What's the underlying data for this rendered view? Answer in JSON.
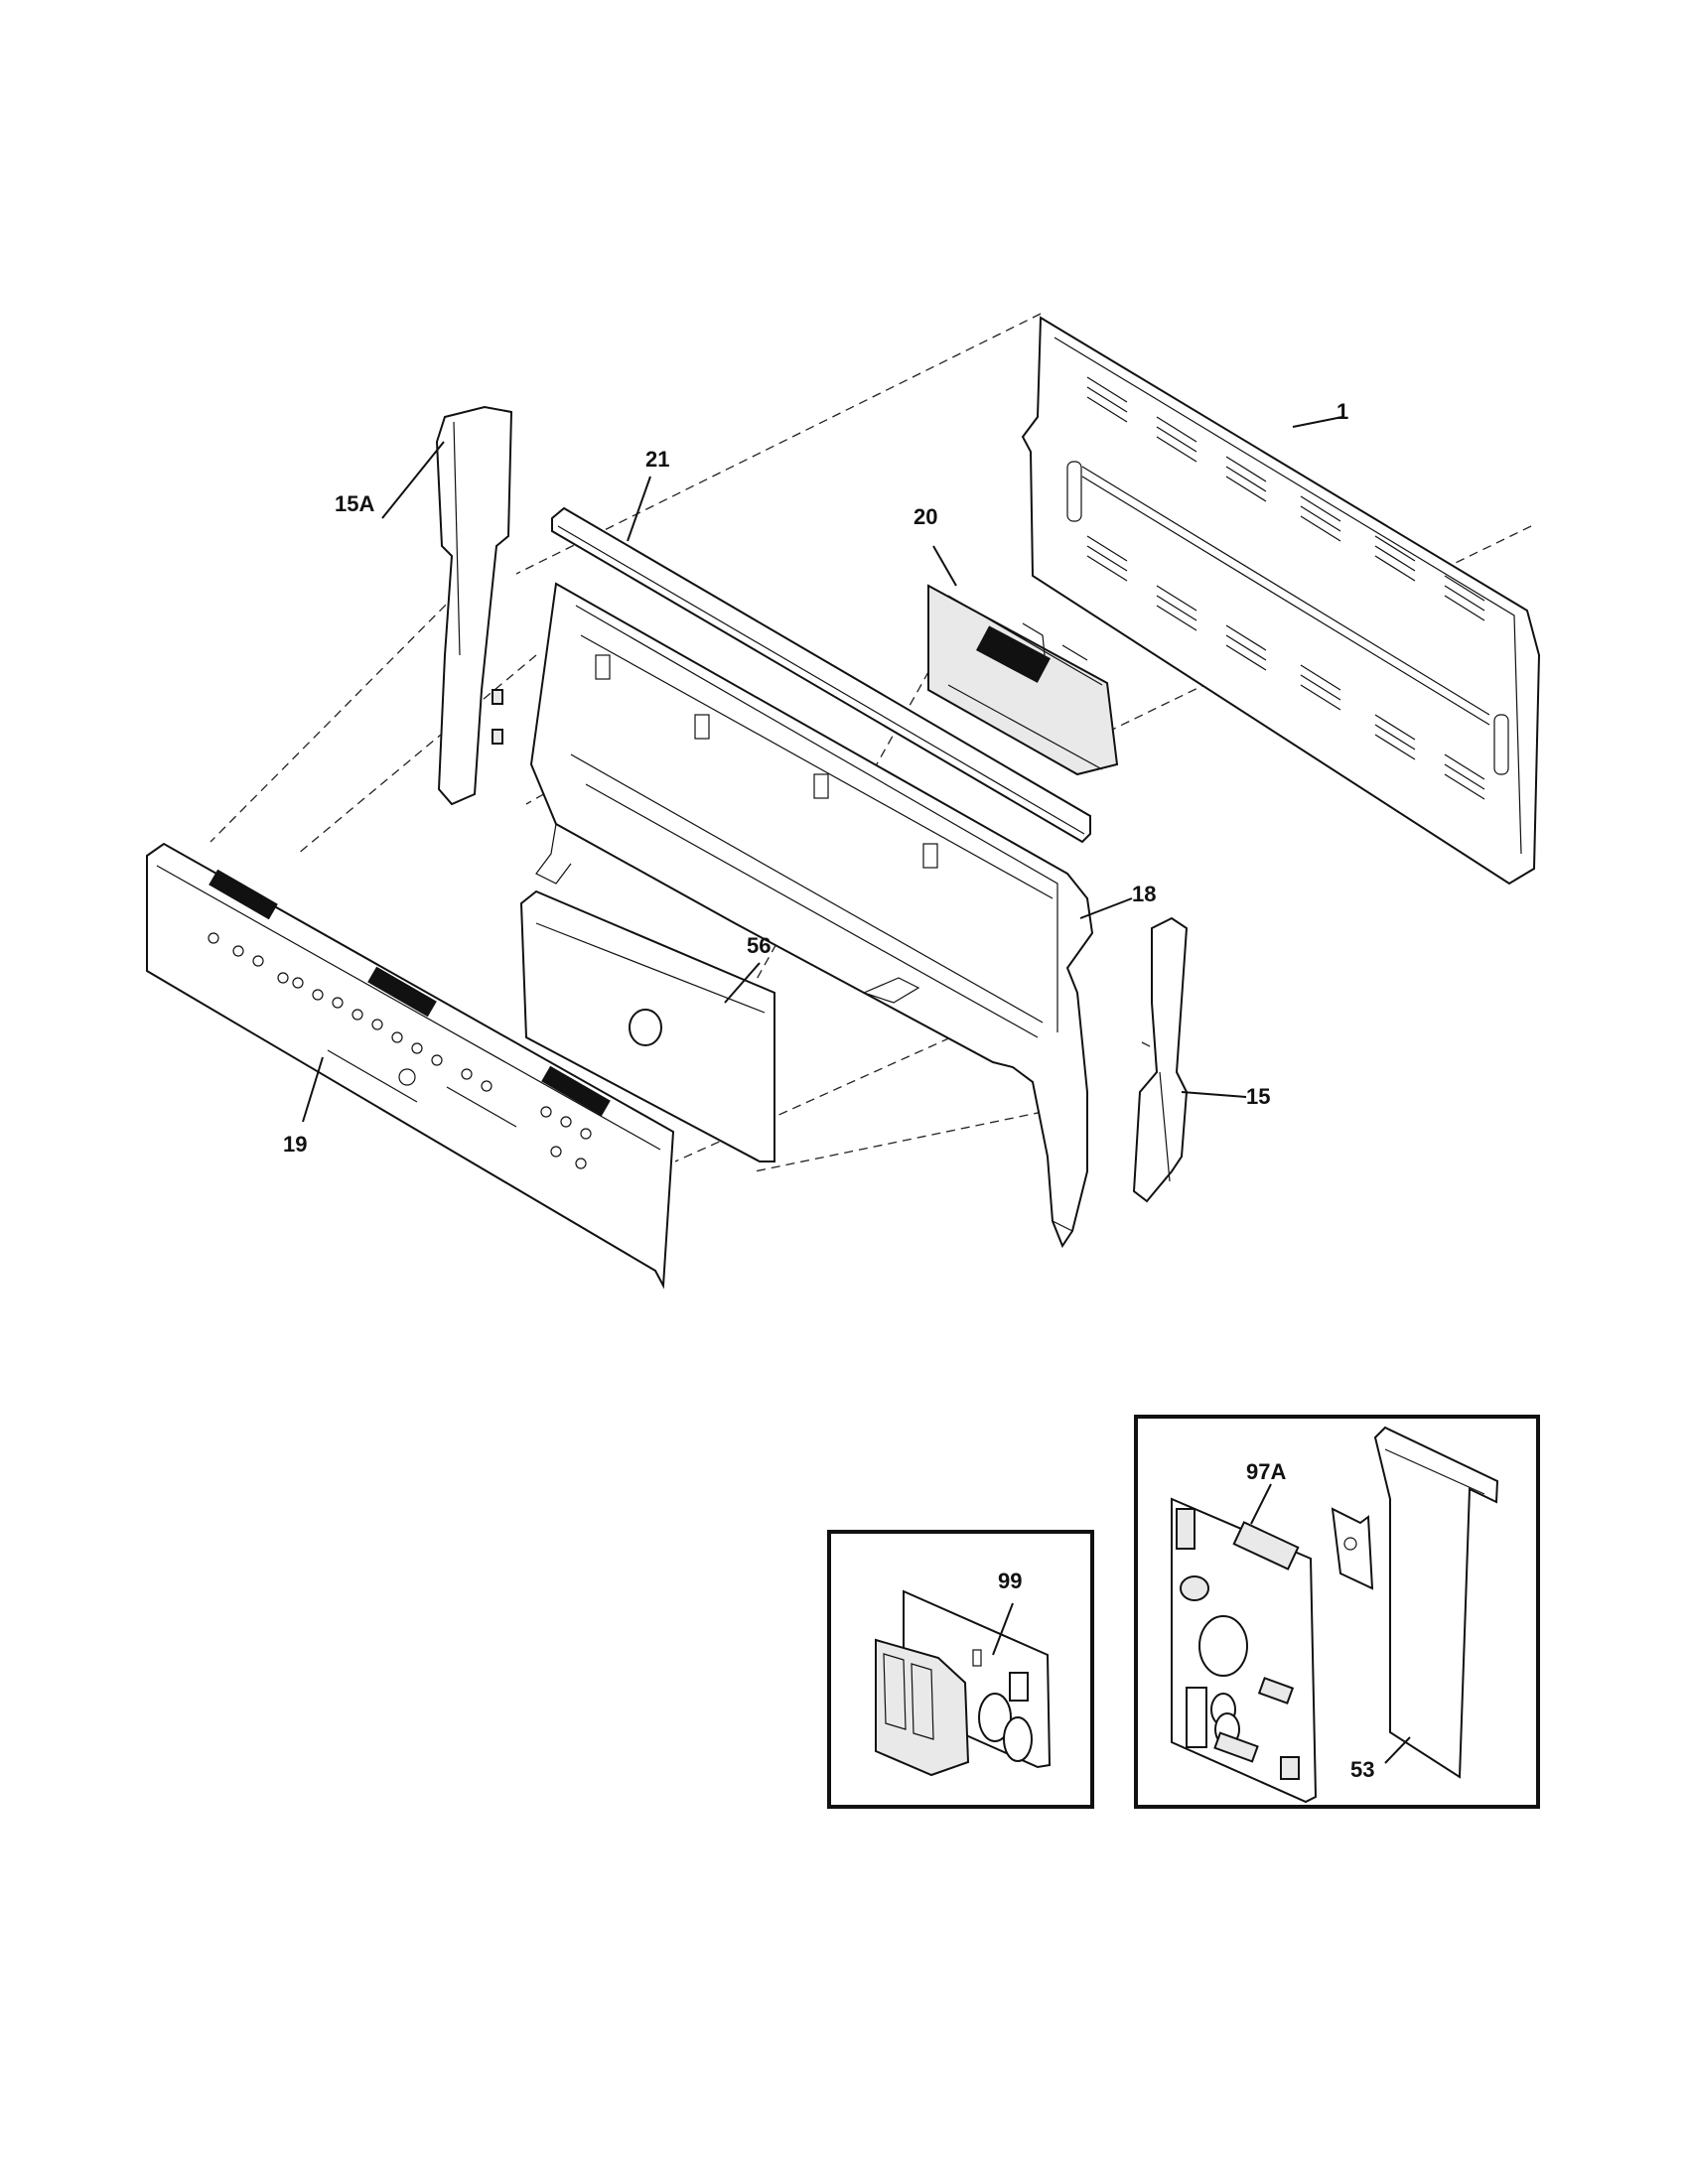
{
  "callouts": {
    "p1": "1",
    "p21": "21",
    "p15a": "15A",
    "p20": "20",
    "p18": "18",
    "p56": "56",
    "p15": "15",
    "p19": "19",
    "p97a": "97A",
    "p99": "99",
    "p53": "53"
  }
}
